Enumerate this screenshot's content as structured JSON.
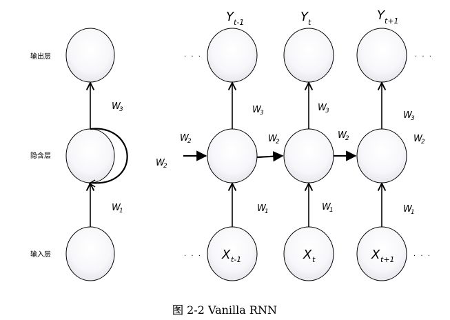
{
  "layers": {
    "output": "输出层",
    "hidden": "隐含层",
    "input": "输入层"
  },
  "weights": {
    "w1": {
      "base": "W",
      "sub": "1"
    },
    "w2": {
      "base": "W",
      "sub": "2"
    },
    "w3": {
      "base": "W",
      "sub": "3"
    }
  },
  "outputs": [
    {
      "base": "Y",
      "sub": "t-1"
    },
    {
      "base": "Y",
      "sub": "t"
    },
    {
      "base": "Y",
      "sub": "t+1"
    }
  ],
  "inputs": [
    {
      "base": "X",
      "sub": "t-1"
    },
    {
      "base": "X",
      "sub": "t"
    },
    {
      "base": "X",
      "sub": "t+1"
    }
  ],
  "ellipsis": "· · ·",
  "caption": "图 2-2 Vanilla RNN"
}
